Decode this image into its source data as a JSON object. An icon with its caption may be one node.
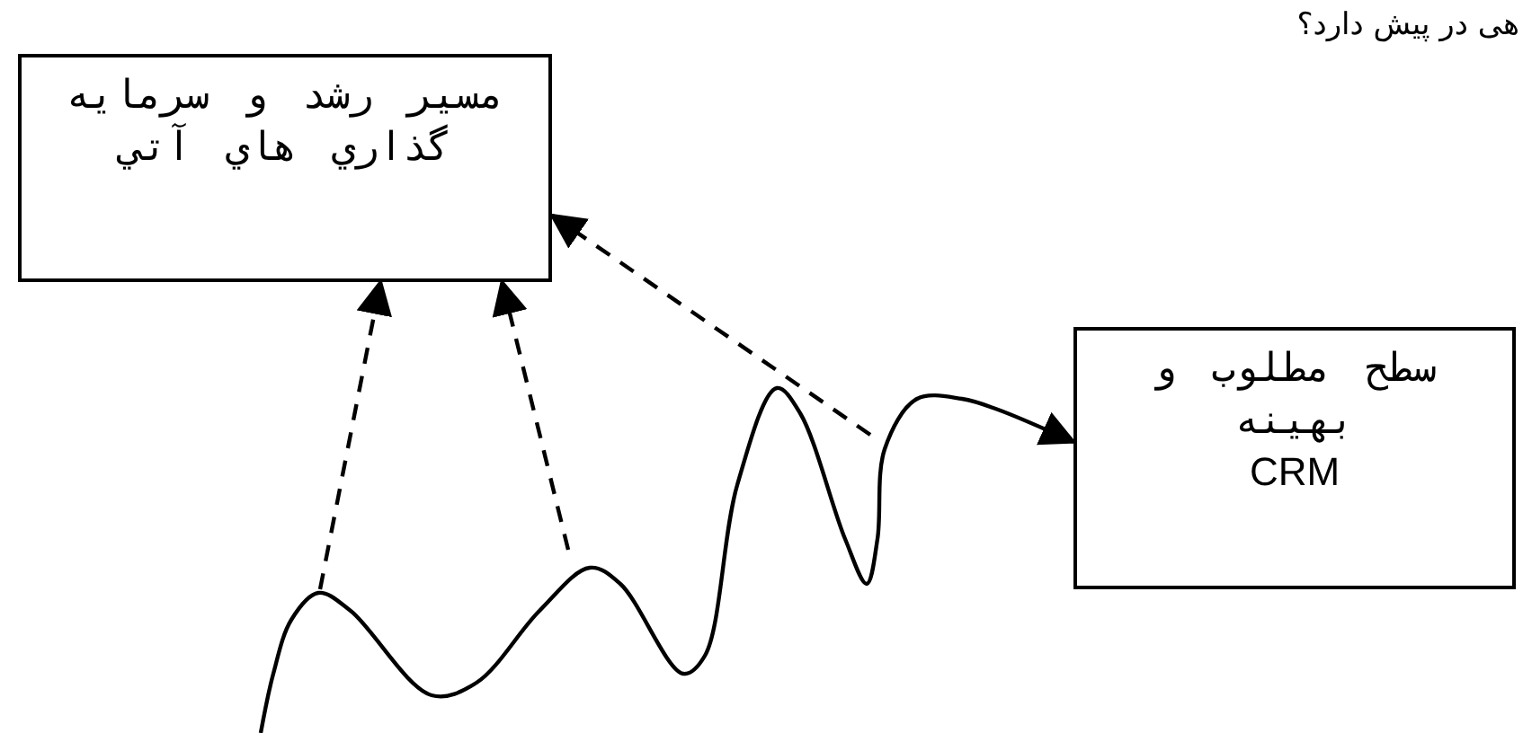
{
  "diagram": {
    "nodes": [
      {
        "text": [
          "مسير رشد و سرمايه گذاري هاي آتي"
        ]
      },
      {
        "text": [
          "سطح مطلوب و بهينه",
          "CRM"
        ]
      }
    ],
    "edges": [
      {
        "from": null,
        "to": 1,
        "arrow": "to"
      },
      {
        "from": null,
        "to": 0,
        "arrow": "to",
        "style": "dashed"
      },
      {
        "from": null,
        "to": 0,
        "arrow": "to",
        "style": "dashed"
      },
      {
        "from": null,
        "to": 0,
        "arrow": "to",
        "style": "dashed"
      }
    ],
    "labels": [
      "هی در پیش دارد؟"
    ]
  }
}
